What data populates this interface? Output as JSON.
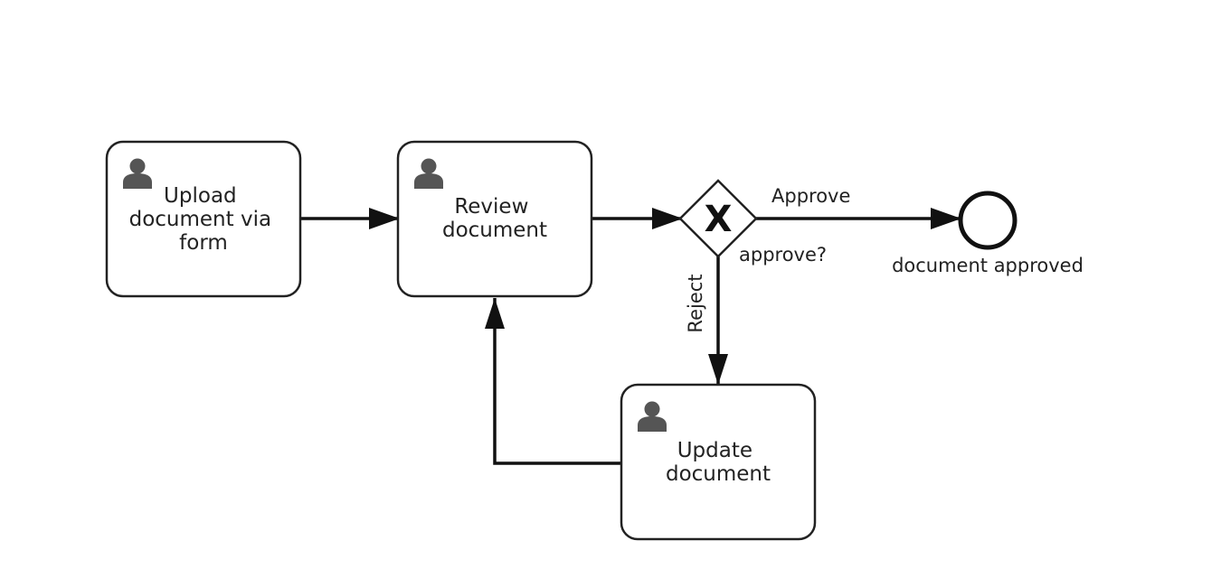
{
  "diagram": {
    "tasks": [
      {
        "id": "upload",
        "label_lines": [
          "Upload",
          "document via",
          "form"
        ],
        "icon": "user-icon"
      },
      {
        "id": "review",
        "label_lines": [
          "Review",
          "document"
        ],
        "icon": "user-icon"
      },
      {
        "id": "update",
        "label_lines": [
          "Update",
          "document"
        ],
        "icon": "user-icon"
      }
    ],
    "gateway": {
      "type": "exclusive",
      "marker": "X",
      "label": "approve?"
    },
    "end_event": {
      "label": "document approved"
    },
    "flows": {
      "approve_label": "Approve",
      "reject_label": "Reject"
    },
    "colors": {
      "line": "#111111",
      "border": "#222222",
      "icon": "#555555",
      "background": "#ffffff"
    }
  }
}
